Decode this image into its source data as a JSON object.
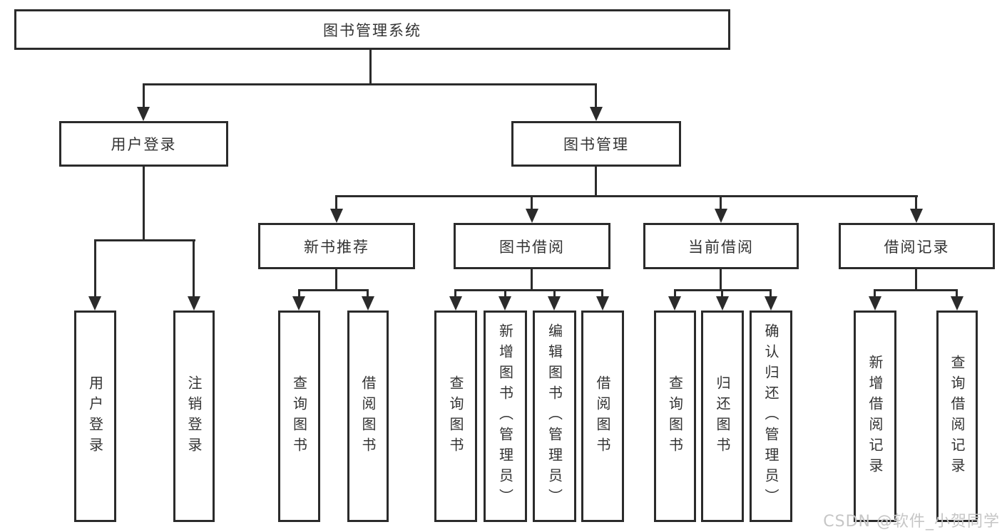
{
  "diagram": {
    "root": {
      "label": "图书管理系统"
    },
    "branches": [
      {
        "label": "用户登录",
        "children": [
          {
            "label": "用户登录"
          },
          {
            "label": "注销登录"
          }
        ]
      },
      {
        "label": "图书管理",
        "children": [
          {
            "label": "新书推荐",
            "children": [
              {
                "label": "查询图书"
              },
              {
                "label": "借阅图书"
              }
            ]
          },
          {
            "label": "图书借阅",
            "children": [
              {
                "label": "查询图书"
              },
              {
                "label": "新增图书（管理员）"
              },
              {
                "label": "编辑图书（管理员）"
              },
              {
                "label": "借阅图书"
              }
            ]
          },
          {
            "label": "当前借阅",
            "children": [
              {
                "label": "查询图书"
              },
              {
                "label": "归还图书"
              },
              {
                "label": "确认归还（管理员）"
              }
            ]
          },
          {
            "label": "借阅记录",
            "children": [
              {
                "label": "新增借阅记录"
              },
              {
                "label": "查询借阅记录"
              }
            ]
          }
        ]
      }
    ]
  },
  "watermark": {
    "text": "CSDN @软件_小贺同学"
  },
  "colors": {
    "line": "#2b2b2b",
    "text": "#333333",
    "watermark": "#c6c6c6",
    "background": "#ffffff"
  }
}
